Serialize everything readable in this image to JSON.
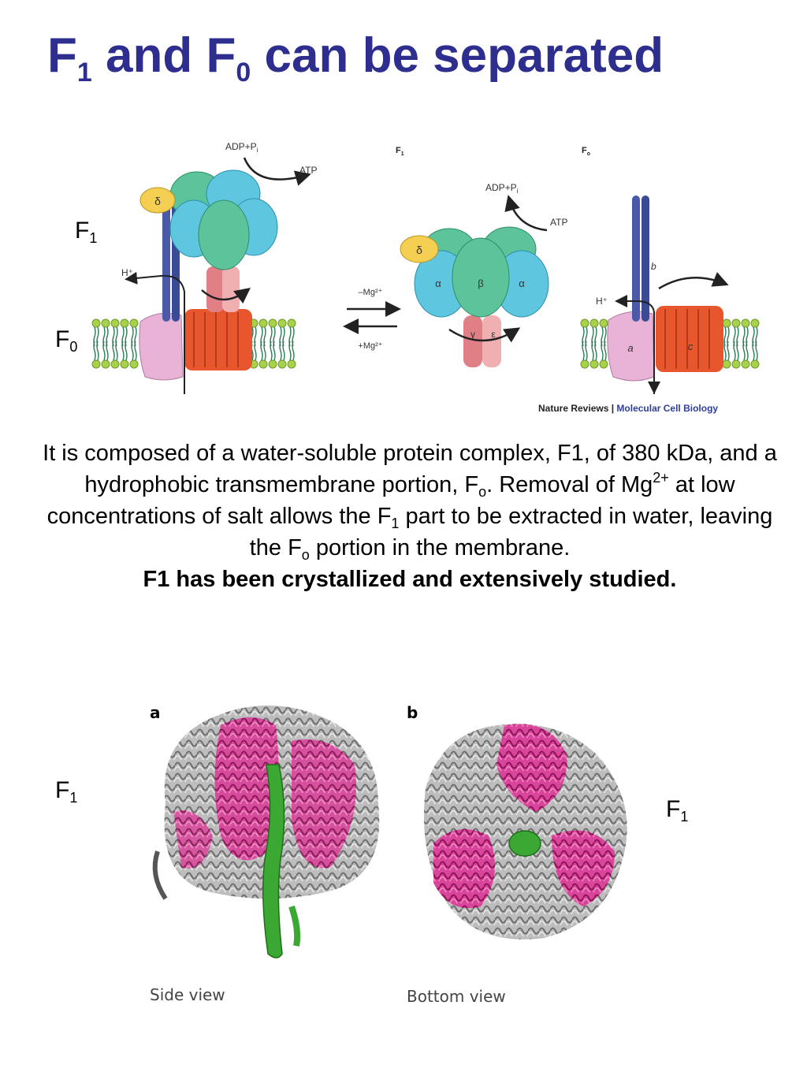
{
  "title": {
    "f1_main": "F",
    "f1_sub": "1",
    "mid": " and F",
    "f0_sub": "0",
    "rest": " can be separated"
  },
  "side_labels": {
    "top_f1": {
      "main": "F",
      "sub": "1"
    },
    "top_f0": {
      "main": "F",
      "sub": "0"
    },
    "bottom_left_f1": {
      "main": "F",
      "sub": "1"
    },
    "bottom_right_f1": {
      "main": "F",
      "sub": "1"
    }
  },
  "diagram": {
    "left": {
      "adp": "ADP+P",
      "adp_sub": "i",
      "atp": "ATP",
      "hplus": "H⁺",
      "delta": "δ"
    },
    "middle": {
      "heading": "F",
      "heading_sub": "1",
      "adp": "ADP+P",
      "adp_sub": "i",
      "atp": "ATP",
      "minus_mg": "–Mg²⁺",
      "plus_mg": "+Mg²⁺",
      "delta": "δ",
      "alpha_left": "α",
      "beta": "β",
      "alpha_right": "α",
      "gamma": "γ",
      "epsilon": "ε"
    },
    "right": {
      "heading": "F",
      "heading_sub": "o",
      "hplus": "H⁺",
      "a": "a",
      "b": "b",
      "c": "c"
    },
    "credit_journal": "Nature Reviews | ",
    "credit_title": "Molecular Cell Biology",
    "colors": {
      "title": "#2e2e8f",
      "green_subunit": "#5cc39a",
      "blue_subunit": "#5fc6df",
      "delta": "#f4cf52",
      "stalk": "#4a5aa8",
      "c_ring": "#e8562e",
      "a_subunit": "#e8b3d6",
      "gamma_eps": "#e07f86",
      "membrane_head": "#a9d24a"
    }
  },
  "paragraph": {
    "t1": "It is composed of a water-soluble protein complex, F1, of 380 kDa, and a hydrophobic transmembrane portion, F",
    "s1": "o",
    "t2": ". Removal of Mg",
    "sup1": "2+",
    "t3": " at low concentrations of salt allows the F",
    "s2": "1",
    "t4": " part to be extracted in water, leaving the F",
    "s3": "o",
    "t5": " portion in the membrane.",
    "bold": "F1 has been crystallized and extensively studied."
  },
  "crystal": {
    "panel_a": "a",
    "panel_b": "b",
    "side_view": "Side view",
    "bottom_view": "Bottom view",
    "colors": {
      "magenta": "#c8237d",
      "grey": "#9a9a9a",
      "green": "#3aa832"
    }
  }
}
